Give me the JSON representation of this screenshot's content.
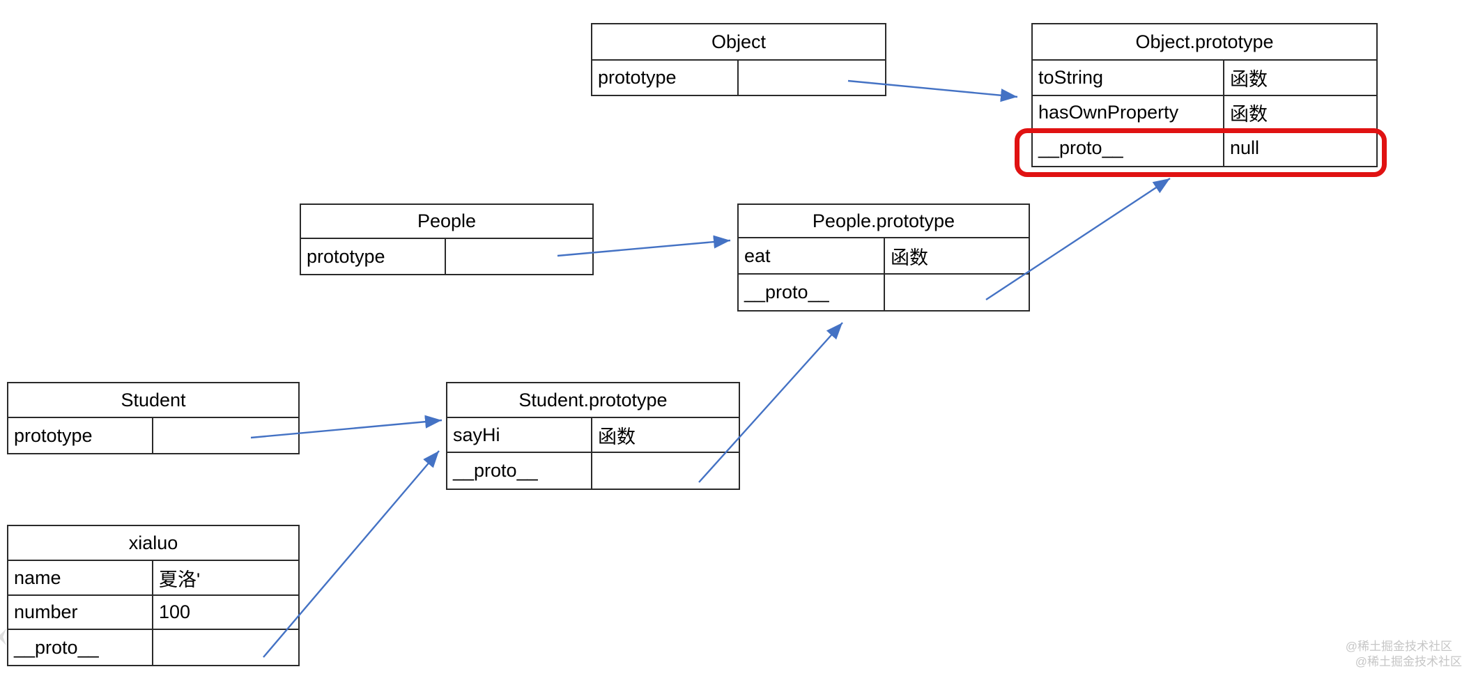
{
  "tables": {
    "object": {
      "title": "Object",
      "rows": [
        {
          "key": "prototype",
          "value": ""
        }
      ]
    },
    "object_prototype": {
      "title": "Object.prototype",
      "rows": [
        {
          "key": "toString",
          "value": "函数"
        },
        {
          "key": "hasOwnProperty",
          "value": "函数"
        },
        {
          "key": "__proto__",
          "value": "null"
        }
      ]
    },
    "people": {
      "title": "People",
      "rows": [
        {
          "key": "prototype",
          "value": ""
        }
      ]
    },
    "people_prototype": {
      "title": "People.prototype",
      "rows": [
        {
          "key": "eat",
          "value": "函数"
        },
        {
          "key": "__proto__",
          "value": ""
        }
      ]
    },
    "student": {
      "title": "Student",
      "rows": [
        {
          "key": "prototype",
          "value": ""
        }
      ]
    },
    "student_prototype": {
      "title": "Student.prototype",
      "rows": [
        {
          "key": "sayHi",
          "value": "函数"
        },
        {
          "key": "__proto__",
          "value": ""
        }
      ]
    },
    "xialuo": {
      "title": "xialuo",
      "rows": [
        {
          "key": "name",
          "value": "夏洛'"
        },
        {
          "key": "number",
          "value": "100"
        },
        {
          "key": "__proto__",
          "value": ""
        }
      ]
    }
  },
  "arrows": [
    {
      "from": "Object.prototype cell",
      "to": "Object.prototype table"
    },
    {
      "from": "People.prototype cell",
      "to": "People.prototype table"
    },
    {
      "from": "People.prototype.__proto__ cell",
      "to": "Object.prototype __proto__ (null) row"
    },
    {
      "from": "Student.prototype cell",
      "to": "Student.prototype table"
    },
    {
      "from": "xialuo.__proto__ cell",
      "to": "Student.prototype table"
    },
    {
      "from": "Student.prototype.__proto__ cell",
      "to": "People.prototype table"
    }
  ],
  "highlight": {
    "around": "Object.prototype row __proto__ = null",
    "color": "#e01212",
    "shape": "rounded-rectangle"
  },
  "colors": {
    "arrow": "#4472c4",
    "highlight_box": "#e01212",
    "table_border": "#2a2a2a",
    "text": "#000000",
    "background": "#ffffff",
    "watermark": "#c6c6c6"
  },
  "watermark": {
    "line1": "@稀土掘金技术社区",
    "line2": "@稀土掘金技术社区"
  }
}
